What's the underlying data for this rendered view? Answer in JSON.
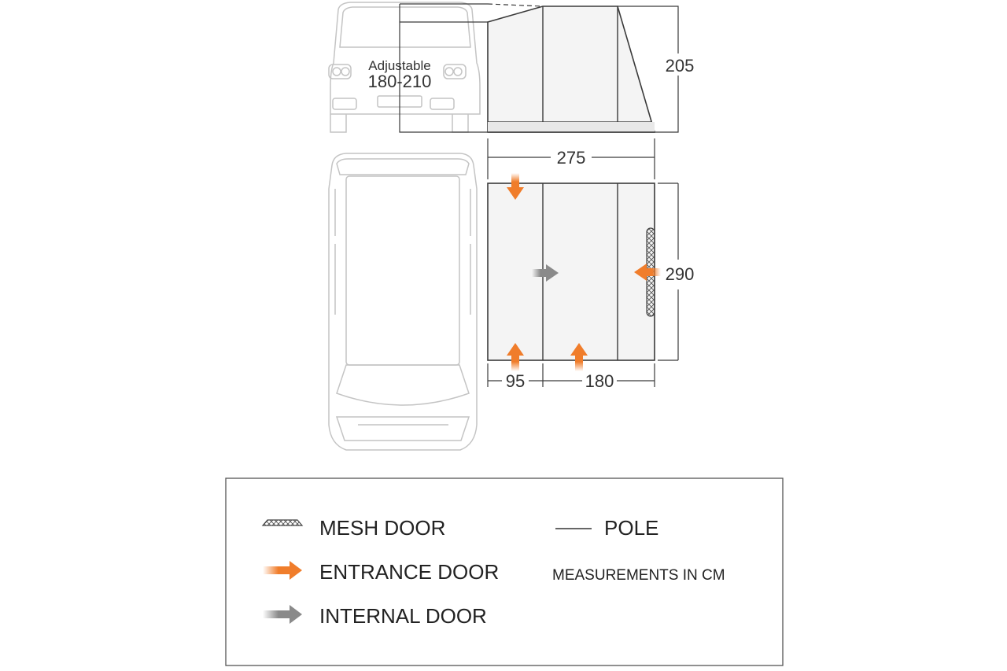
{
  "diagram": {
    "side_view": {
      "height_label": "Adjustable",
      "height_range": "180-210",
      "awning_height": "205"
    },
    "plan_view": {
      "width": "275",
      "depth": "290",
      "section_1": "95",
      "section_2": "180"
    }
  },
  "legend": {
    "mesh_door": "MESH DOOR",
    "entrance_door": "ENTRANCE DOOR",
    "internal_door": "INTERNAL DOOR",
    "pole": "POLE",
    "units_note": "MEASUREMENTS IN CM"
  },
  "colors": {
    "entrance_arrow": "#f07d2b",
    "internal_arrow": "#8a8a8a",
    "outline": "#3a3a3a",
    "vehicle_outline": "#c4c4c4",
    "awning_fill": "#f4f4f4"
  }
}
